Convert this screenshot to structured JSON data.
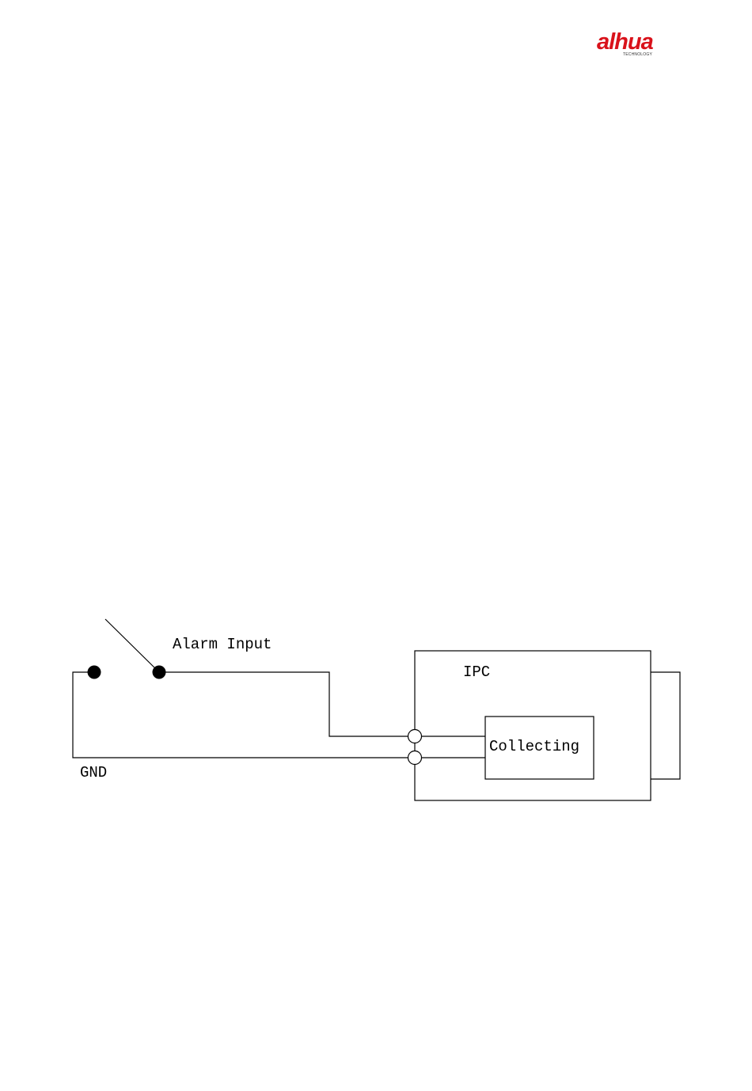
{
  "header": {
    "logo_text": "alhua",
    "logo_tagline": "TECHNOLOGY",
    "brand_color": "#d9121b"
  },
  "diagram": {
    "labels": {
      "alarm_input": "Alarm Input",
      "ipc": "IPC",
      "collecting": "Collecting",
      "gnd": "GND"
    },
    "line_color": "#000000"
  }
}
